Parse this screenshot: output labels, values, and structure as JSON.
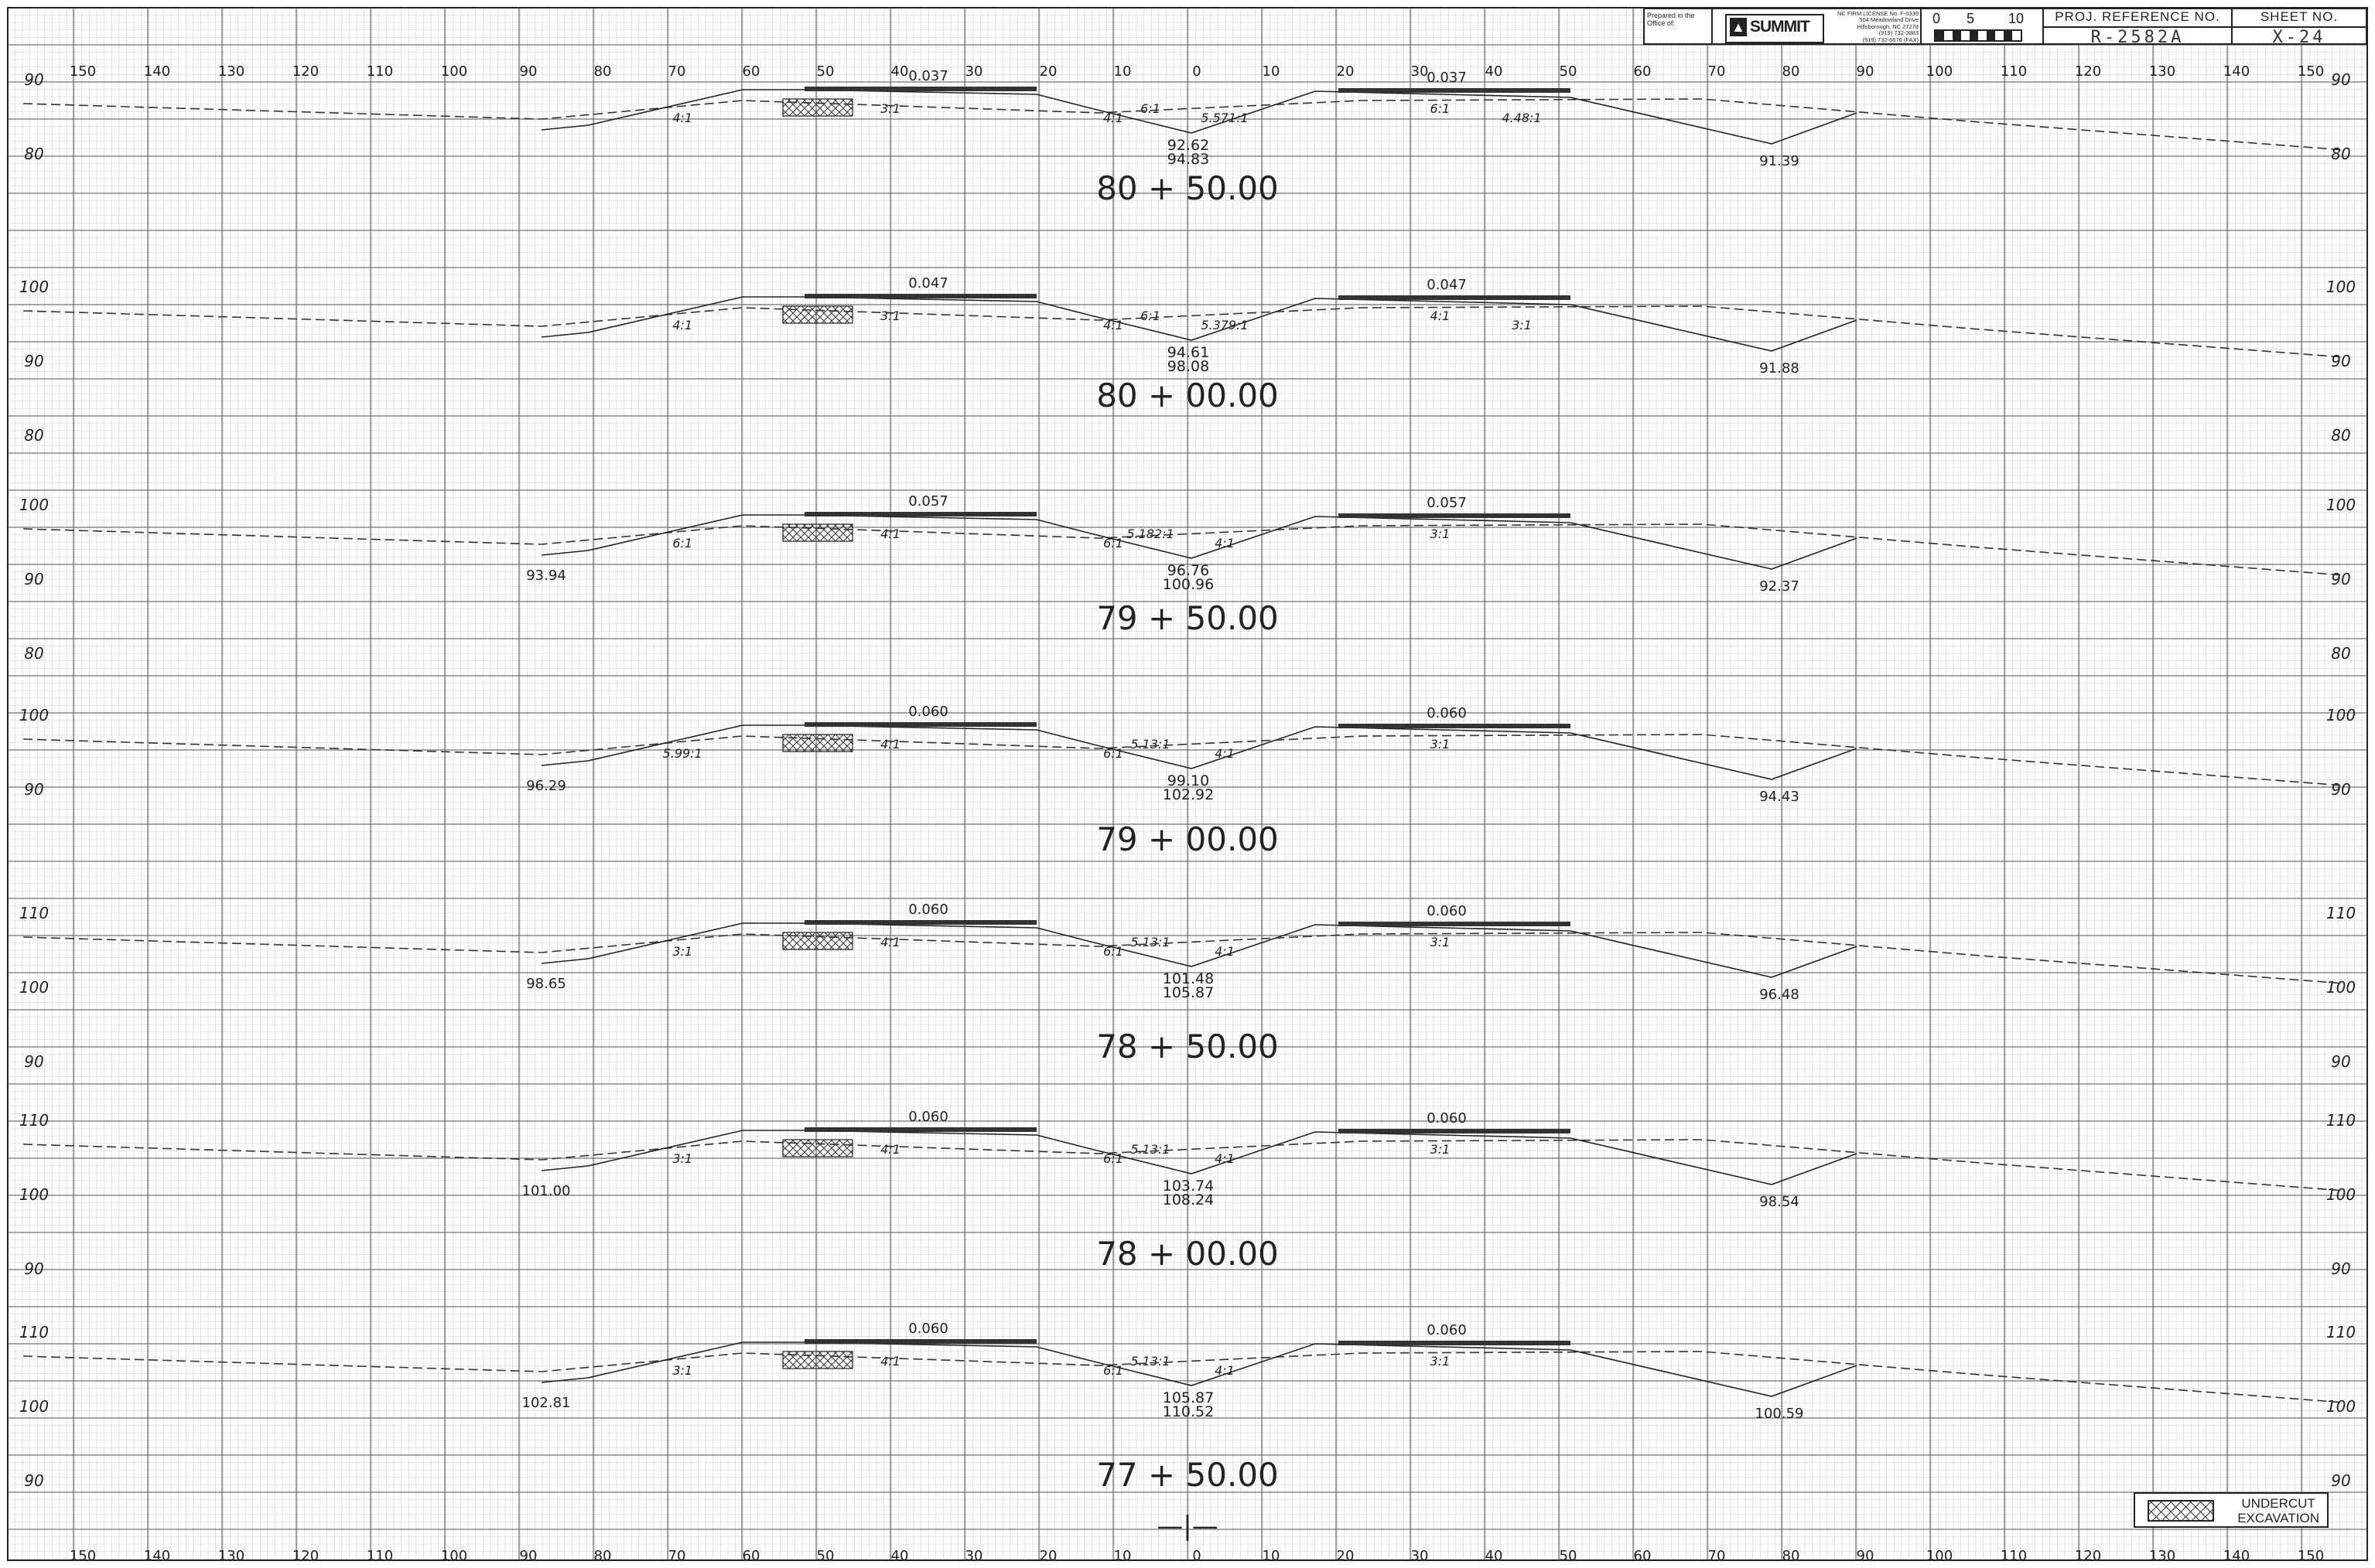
{
  "title_block": {
    "prepared_in": [
      "Prepared in the",
      "Office of:"
    ],
    "firm_name": "SUMMIT",
    "firm_lines": [
      "NC FIRM LICENSE No. F-0339",
      "504 Meadowland Drive",
      "Hillsborough, NC 27278",
      "(919) 732-3883",
      "(919) 732-6676 (FAX)"
    ],
    "scale_labels": [
      "0",
      "5",
      "10"
    ],
    "proj_ref_label": "PROJ. REFERENCE NO.",
    "proj_ref_value": "R-2582A",
    "sheet_no_label": "SHEET NO.",
    "sheet_no_value": "X-24"
  },
  "offset_labels": [
    "150",
    "140",
    "130",
    "120",
    "110",
    "100",
    "90",
    "80",
    "70",
    "60",
    "50",
    "40",
    "30",
    "20",
    "10",
    "0",
    "10",
    "20",
    "30",
    "40",
    "50",
    "60",
    "70",
    "80",
    "90",
    "100",
    "110",
    "120",
    "130",
    "140",
    "150"
  ],
  "centerline_mark": "—|—",
  "legend": {
    "label_line1": "UNDERCUT",
    "label_line2": "EXCAVATION"
  },
  "sections": [
    {
      "station": "80 + 50.00",
      "elev_labels": [
        "90",
        "80"
      ],
      "left_slope": "0.037",
      "right_slope": "0.037",
      "cl_top": "92.62",
      "cl_bottom": "94.83",
      "left_toe": "",
      "right_toe": "91.39",
      "ratios": [
        "4:1",
        "3:1",
        "4:1",
        "6:1",
        "5.571:1",
        "6:1",
        "4.48:1"
      ]
    },
    {
      "station": "80 + 00.00",
      "elev_labels": [
        "100",
        "90",
        "80"
      ],
      "left_slope": "0.047",
      "right_slope": "0.047",
      "cl_top": "94.61",
      "cl_bottom": "98.08",
      "left_toe": "",
      "right_toe": "91.88",
      "ratios": [
        "4:1",
        "3:1",
        "4:1",
        "6:1",
        "5.379:1",
        "4:1",
        "3:1"
      ]
    },
    {
      "station": "79 + 50.00",
      "elev_labels": [
        "100",
        "90",
        "80"
      ],
      "left_slope": "0.057",
      "right_slope": "0.057",
      "cl_top": "96.76",
      "cl_bottom": "100.96",
      "left_toe": "93.94",
      "right_toe": "92.37",
      "ratios": [
        "6:1",
        "4:1",
        "6:1",
        "5.182:1",
        "4:1",
        "3:1"
      ]
    },
    {
      "station": "79 + 00.00",
      "elev_labels": [
        "100",
        "90"
      ],
      "left_slope": "0.060",
      "right_slope": "0.060",
      "cl_top": "99.10",
      "cl_bottom": "102.92",
      "left_toe": "96.29",
      "right_toe": "94.43",
      "ratios": [
        "5.99:1",
        "4:1",
        "6:1",
        "5.13:1",
        "4:1",
        "3:1"
      ]
    },
    {
      "station": "78 + 50.00",
      "elev_labels": [
        "110",
        "100",
        "90"
      ],
      "left_slope": "0.060",
      "right_slope": "0.060",
      "cl_top": "101.48",
      "cl_bottom": "105.87",
      "left_toe": "98.65",
      "right_toe": "96.48",
      "ratios": [
        "3:1",
        "4:1",
        "6:1",
        "5.13:1",
        "4:1",
        "3:1"
      ]
    },
    {
      "station": "78 + 00.00",
      "elev_labels": [
        "110",
        "100",
        "90"
      ],
      "left_slope": "0.060",
      "right_slope": "0.060",
      "cl_top": "103.74",
      "cl_bottom": "108.24",
      "left_toe": "101.00",
      "right_toe": "98.54",
      "ratios": [
        "3:1",
        "4:1",
        "6:1",
        "5.13:1",
        "4:1",
        "3:1"
      ]
    },
    {
      "station": "77 + 50.00",
      "elev_labels": [
        "110",
        "100",
        "90"
      ],
      "left_slope": "0.060",
      "right_slope": "0.060",
      "cl_top": "105.87",
      "cl_bottom": "110.52",
      "left_toe": "102.81",
      "right_toe": "100.59",
      "ratios": [
        "3:1",
        "4:1",
        "6:1",
        "5.13:1",
        "4:1",
        "3:1"
      ]
    }
  ]
}
